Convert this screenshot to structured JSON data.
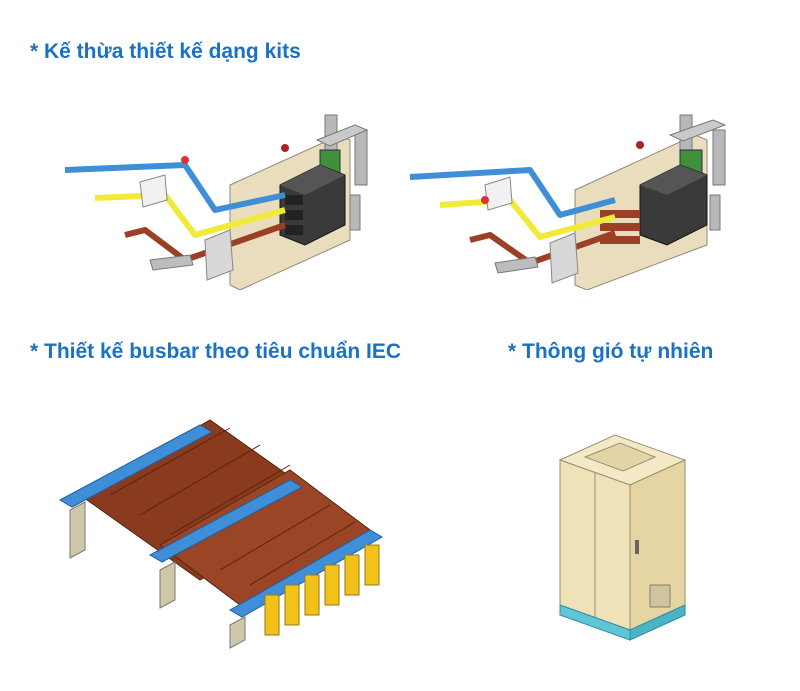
{
  "sections": {
    "kits": {
      "title": "* Kế thừa thiết kế dạng kits",
      "image_icon": "switchgear-kit-assembly"
    },
    "busbar": {
      "title": "* Thiết kế busbar theo tiêu chuẩn IEC",
      "image_icon": "busbar-system"
    },
    "ventilation": {
      "title": "* Thông gió tự nhiên",
      "image_icon": "electrical-cabinet"
    }
  },
  "colors": {
    "heading": "#1a72c4",
    "busbar_blue": "#3f8fd8",
    "busbar_yellow": "#f2ea3a",
    "busbar_brown": "#9b3f26",
    "copper": "#8a3b1e",
    "cabinet": "#efe2b8",
    "cabinet_base": "#5fc6d8"
  }
}
